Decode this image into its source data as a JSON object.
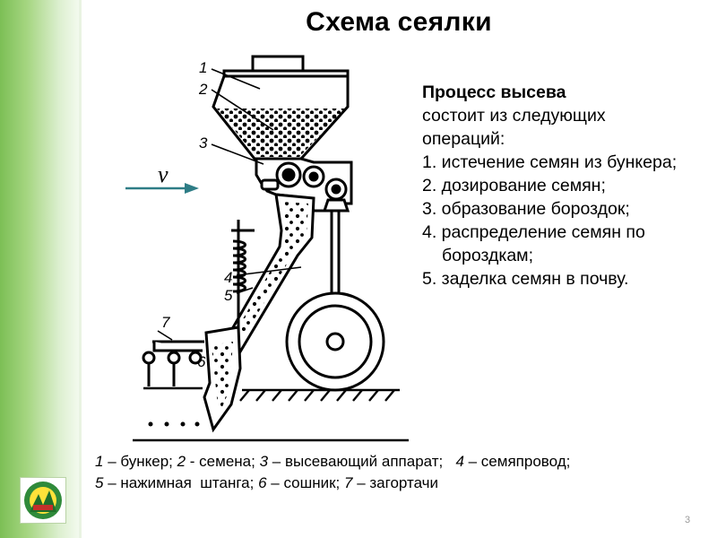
{
  "slide": {
    "title": "Схема сеялки",
    "page_number": "3"
  },
  "diagram": {
    "velocity_label": "v",
    "callouts": [
      "1",
      "2",
      "3",
      "4",
      "5",
      "6",
      "7"
    ]
  },
  "process": {
    "heading": "Процесс высева",
    "intro": "состоит из следующих операций:",
    "steps": [
      "1. истечение семян из бункера;",
      "2. дозирование семян;",
      "3. образование бороздок;",
      "4. распределение семян по бороздкам;",
      "5. заделка семян в почву."
    ]
  },
  "legend": {
    "line1": [
      {
        "num": "1",
        "text": " – бункер; "
      },
      {
        "num": "2",
        "text": " - семена; "
      },
      {
        "num": "3",
        "text": " – высевающий аппарат;   "
      },
      {
        "num": "4",
        "text": " – семяпровод;"
      }
    ],
    "line2": [
      {
        "num": "5",
        "text": " – нажимная  штанга; "
      },
      {
        "num": "6",
        "text": " – сошник; "
      },
      {
        "num": "7",
        "text": " – загортачи"
      }
    ]
  },
  "colors": {
    "accent_green": "#7cbf55",
    "arrow": "#2e7d86"
  }
}
